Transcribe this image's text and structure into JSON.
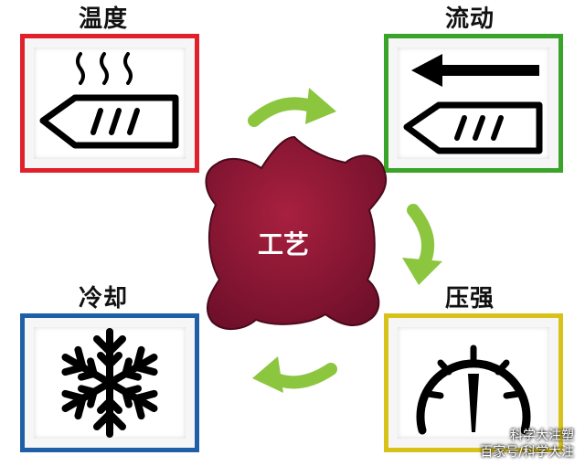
{
  "labels": {
    "temperature": "温度",
    "flow": "流动",
    "cooling": "冷却",
    "pressure": "压强",
    "center": "工艺"
  },
  "watermark": {
    "line1": "科学大注塑",
    "line2": "百家号/科学大注"
  },
  "colors": {
    "temperature_border": "#e0202a",
    "flow_border": "#3aa32a",
    "cooling_border": "#1f5fa8",
    "pressure_border": "#d8c21a",
    "center_fill": "#8e1537",
    "arrow": "#8cc63f"
  },
  "icons": {
    "temperature": "heated-pellet-icon",
    "flow": "flow-arrow-pellet-icon",
    "cooling": "snowflake-icon",
    "pressure": "pressure-gauge-icon"
  }
}
